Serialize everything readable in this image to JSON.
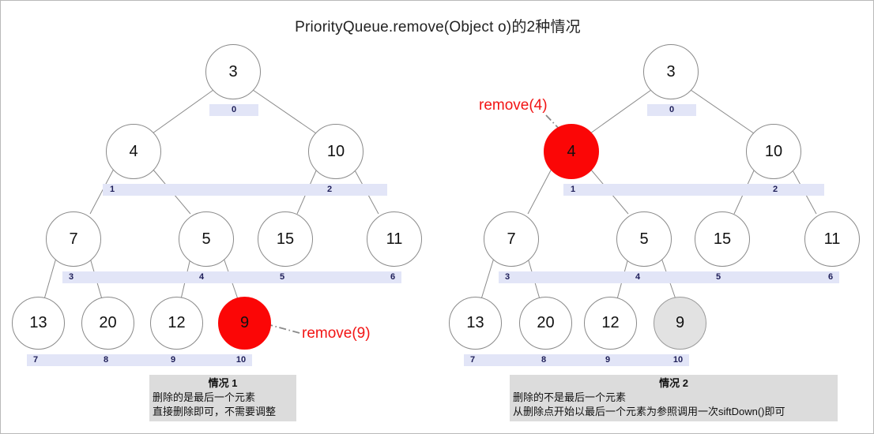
{
  "title": "PriorityQueue.remove(Object o)的2种情况",
  "colors": {
    "highlight_red": "#fb0606",
    "highlight_grey": "#e2e2e2",
    "index_bar": "#e2e5f7",
    "label_red": "#f21414",
    "caption_bg": "#dcdcdc",
    "node_stroke": "#8a8a8a"
  },
  "left_panel": {
    "name": "情况 1",
    "remove_label": "remove(9)",
    "tree": {
      "type": "binary-heap",
      "nodes": [
        {
          "index": "0",
          "value": "3",
          "state": "normal"
        },
        {
          "index": "1",
          "value": "4",
          "state": "normal"
        },
        {
          "index": "2",
          "value": "10",
          "state": "normal"
        },
        {
          "index": "3",
          "value": "7",
          "state": "normal"
        },
        {
          "index": "4",
          "value": "5",
          "state": "normal"
        },
        {
          "index": "5",
          "value": "15",
          "state": "normal"
        },
        {
          "index": "6",
          "value": "11",
          "state": "normal"
        },
        {
          "index": "7",
          "value": "13",
          "state": "normal"
        },
        {
          "index": "8",
          "value": "20",
          "state": "normal"
        },
        {
          "index": "9",
          "value": "12",
          "state": "normal"
        },
        {
          "index": "10",
          "value": "9",
          "state": "red"
        }
      ]
    },
    "caption": {
      "heading": "情况 1",
      "lines": [
        "删除的是最后一个元素",
        "直接删除即可，不需要调整"
      ]
    }
  },
  "right_panel": {
    "name": "情况 2",
    "remove_label": "remove(4)",
    "tree": {
      "type": "binary-heap",
      "nodes": [
        {
          "index": "0",
          "value": "3",
          "state": "normal"
        },
        {
          "index": "1",
          "value": "4",
          "state": "red"
        },
        {
          "index": "2",
          "value": "10",
          "state": "normal"
        },
        {
          "index": "3",
          "value": "7",
          "state": "normal"
        },
        {
          "index": "4",
          "value": "5",
          "state": "normal"
        },
        {
          "index": "5",
          "value": "15",
          "state": "normal"
        },
        {
          "index": "6",
          "value": "11",
          "state": "normal"
        },
        {
          "index": "7",
          "value": "13",
          "state": "normal"
        },
        {
          "index": "8",
          "value": "20",
          "state": "normal"
        },
        {
          "index": "9",
          "value": "12",
          "state": "normal"
        },
        {
          "index": "10",
          "value": "9",
          "state": "grey"
        }
      ]
    },
    "caption": {
      "heading": "情况 2",
      "lines": [
        "删除的不是最后一个元素",
        "从删除点开始以最后一个元素为参照调用一次siftDown()即可"
      ]
    }
  }
}
